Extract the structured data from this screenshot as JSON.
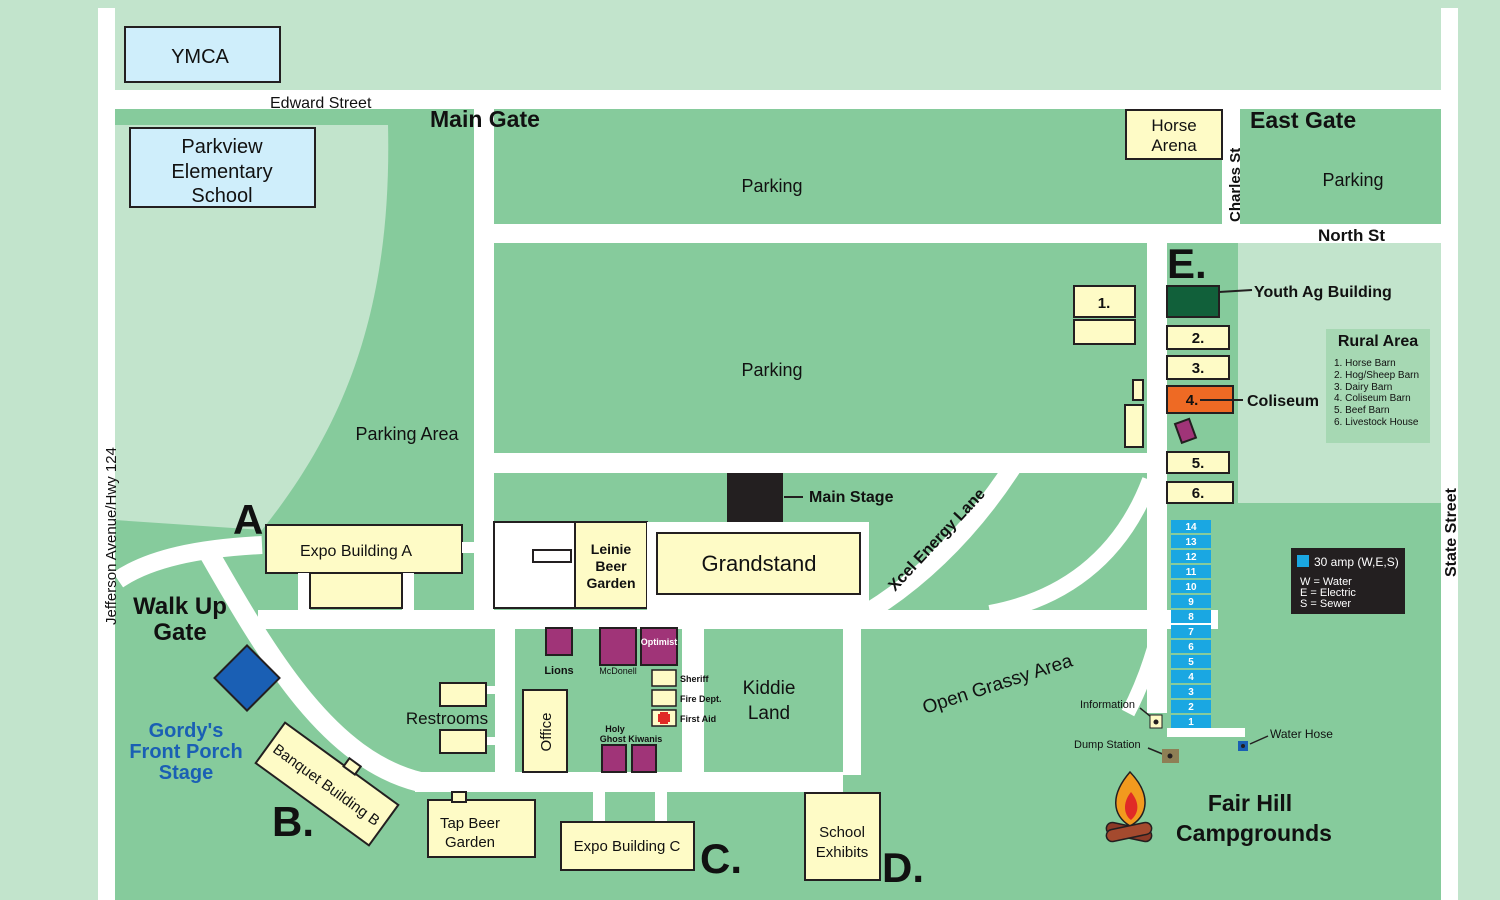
{
  "colors": {
    "background": "#c2e4cc",
    "grounds": "#86cb9c",
    "road": "#ffffff",
    "building": "#fefbc6",
    "blue_building": "#cfeefb",
    "purple_booth": "#a03478",
    "youth_ag": "#11603a",
    "coliseum": "#ee6a24",
    "campsite": "#1aa7e2",
    "gordys_blue": "#1a5fb4",
    "legend_bg": "#231f20"
  },
  "streets": {
    "edward": "Edward Street",
    "jefferson": "Jefferson Avenue/Hwy 124",
    "charles": "Charles St",
    "north": "North St",
    "state": "State Street",
    "xcel": "Xcel Energy Lane"
  },
  "gates": {
    "main": "Main Gate",
    "east": "East Gate",
    "walk_up_1": "Walk Up",
    "walk_up_2": "Gate"
  },
  "places": {
    "ymca": "YMCA",
    "parkview_1": "Parkview",
    "parkview_2": "Elementary",
    "parkview_3": "School",
    "horse_arena_1": "Horse",
    "horse_arena_2": "Arena",
    "parking_top": "Parking",
    "parking_east": "Parking",
    "parking_mid": "Parking",
    "parking_area": "Parking Area",
    "expo_a": "Expo Building A",
    "leinie_1": "Leinie",
    "leinie_2": "Beer",
    "leinie_3": "Garden",
    "grandstand": "Grandstand",
    "main_stage": "Main Stage",
    "lions": "Lions",
    "mcdonell": "McDonell",
    "optimist": "Optimist",
    "sheriff": "Sheriff",
    "fire_dept": "Fire Dept.",
    "first_aid": "First Aid",
    "holy_ghost_1": "Holy",
    "holy_ghost_2": "Ghost Kiwanis",
    "restrooms": "Restrooms",
    "office": "Office",
    "kiddie_1": "Kiddie",
    "kiddie_2": "Land",
    "open_grassy": "Open Grassy Area",
    "gordys_1": "Gordy's",
    "gordys_2": "Front Porch",
    "gordys_3": "Stage",
    "banquet_b": "Banquet Building B",
    "tap_beer_1": "Tap Beer",
    "tap_beer_2": "Garden",
    "expo_c": "Expo Building C",
    "school_exhibits_1": "School",
    "school_exhibits_2": "Exhibits",
    "youth_ag": "Youth Ag Building",
    "coliseum": "Coliseum",
    "information": "Information",
    "dump_station": "Dump Station",
    "water_hose": "Water Hose",
    "campgrounds_1": "Fair Hill",
    "campgrounds_2": "Campgrounds"
  },
  "area_letters": {
    "a": "A.",
    "b": "B.",
    "c": "C.",
    "d": "D.",
    "e": "E."
  },
  "barns": {
    "b1": "1.",
    "b2": "2.",
    "b3": "3.",
    "b4": "4.",
    "b5": "5.",
    "b6": "6."
  },
  "rural_area": {
    "title": "Rural Area",
    "items": [
      "1. Horse Barn",
      "2. Hog/Sheep Barn",
      "3. Dairy Barn",
      "4. Coliseum Barn",
      "5. Beef Barn",
      "6. Livestock House"
    ]
  },
  "campsites": [
    "14",
    "13",
    "12",
    "11",
    "10",
    "9",
    "8",
    "7",
    "6",
    "5",
    "4",
    "3",
    "2",
    "1"
  ],
  "legend": {
    "amp": "30 amp (W,E,S)",
    "water": "W = Water",
    "electric": "E = Electric",
    "sewer": "S = Sewer"
  }
}
